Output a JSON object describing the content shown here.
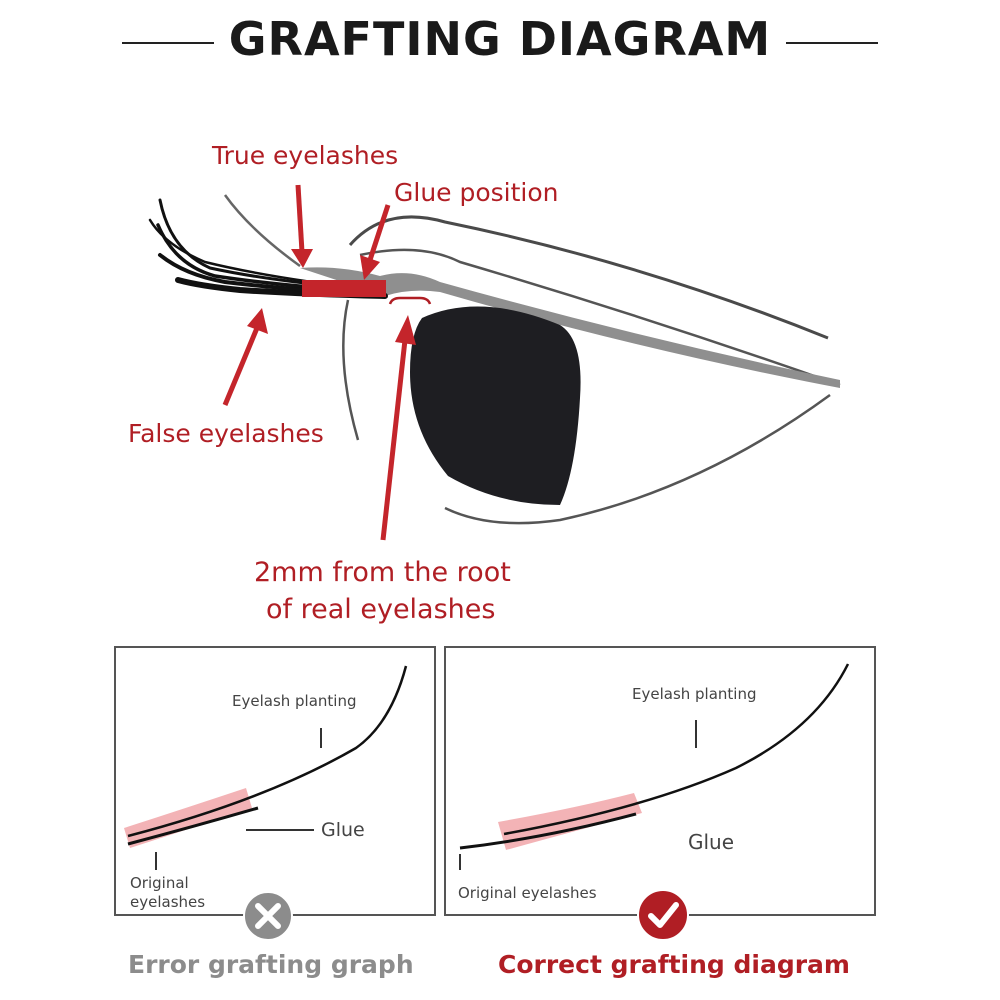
{
  "title": "GRAFTING DIAGRAM",
  "colors": {
    "accent_red": "#b01e24",
    "glue_pink": "#f3b3b6",
    "error_gray": "#8c8c8c",
    "pupil": "#1e1e22"
  },
  "main_diagram": {
    "labels": {
      "true_eyelashes": "True eyelashes",
      "glue_position": "Glue position",
      "false_eyelashes": "False eyelashes",
      "distance_line1": "2mm from the root",
      "distance_line2": "of real eyelashes"
    }
  },
  "error_panel": {
    "eyelash_planting": "Eyelash planting",
    "glue": "Glue",
    "original_line1": "Original",
    "original_line2": "eyelashes",
    "badge_icon": "x-icon",
    "caption": "Error grafting graph"
  },
  "correct_panel": {
    "eyelash_planting": "Eyelash planting",
    "glue": "Glue",
    "original": "Original eyelashes",
    "badge_icon": "checkmark-icon",
    "caption": "Correct grafting diagram"
  }
}
